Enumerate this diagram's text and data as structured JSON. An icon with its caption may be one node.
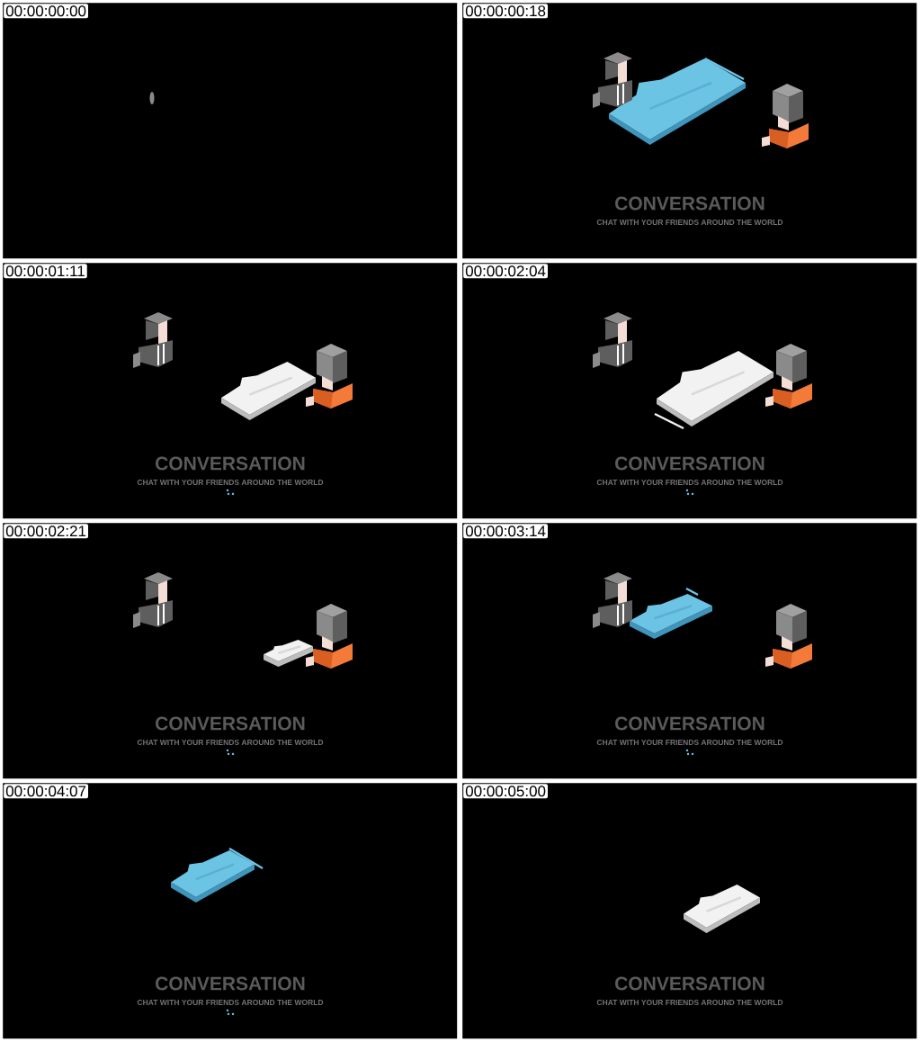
{
  "diagram": {
    "nodes": [
      {
        "text": [
          "00:00:00:00"
        ]
      },
      {
        "text": [
          "00:00:00:18",
          "CONVERSATION",
          "CHAT WITH YOUR FRIENDS AROUND THE WORLD"
        ]
      },
      {
        "text": [
          "00:00:01:11",
          "CONVERSATION",
          "CHAT WITH YOUR FRIENDS AROUND THE WORLD"
        ]
      },
      {
        "text": [
          "00:00:02:04",
          "CONVERSATION",
          "CHAT WITH YOUR FRIENDS AROUND THE WORLD"
        ]
      },
      {
        "text": [
          "00:00:02:21",
          "CONVERSATION",
          "CHAT WITH YOUR FRIENDS AROUND THE WORLD"
        ]
      },
      {
        "text": [
          "00:00:03:14",
          "CONVERSATION",
          "CHAT WITH YOUR FRIENDS AROUND THE WORLD"
        ]
      },
      {
        "text": [
          "00:00:04:07",
          "CONVERSATION",
          "CHAT WITH YOUR FRIENDS AROUND THE WORLD"
        ]
      },
      {
        "text": [
          "00:00:05:00",
          "CONVERSATION",
          "CHAT WITH YOUR FRIENDS AROUND THE WORLD"
        ]
      }
    ]
  }
}
